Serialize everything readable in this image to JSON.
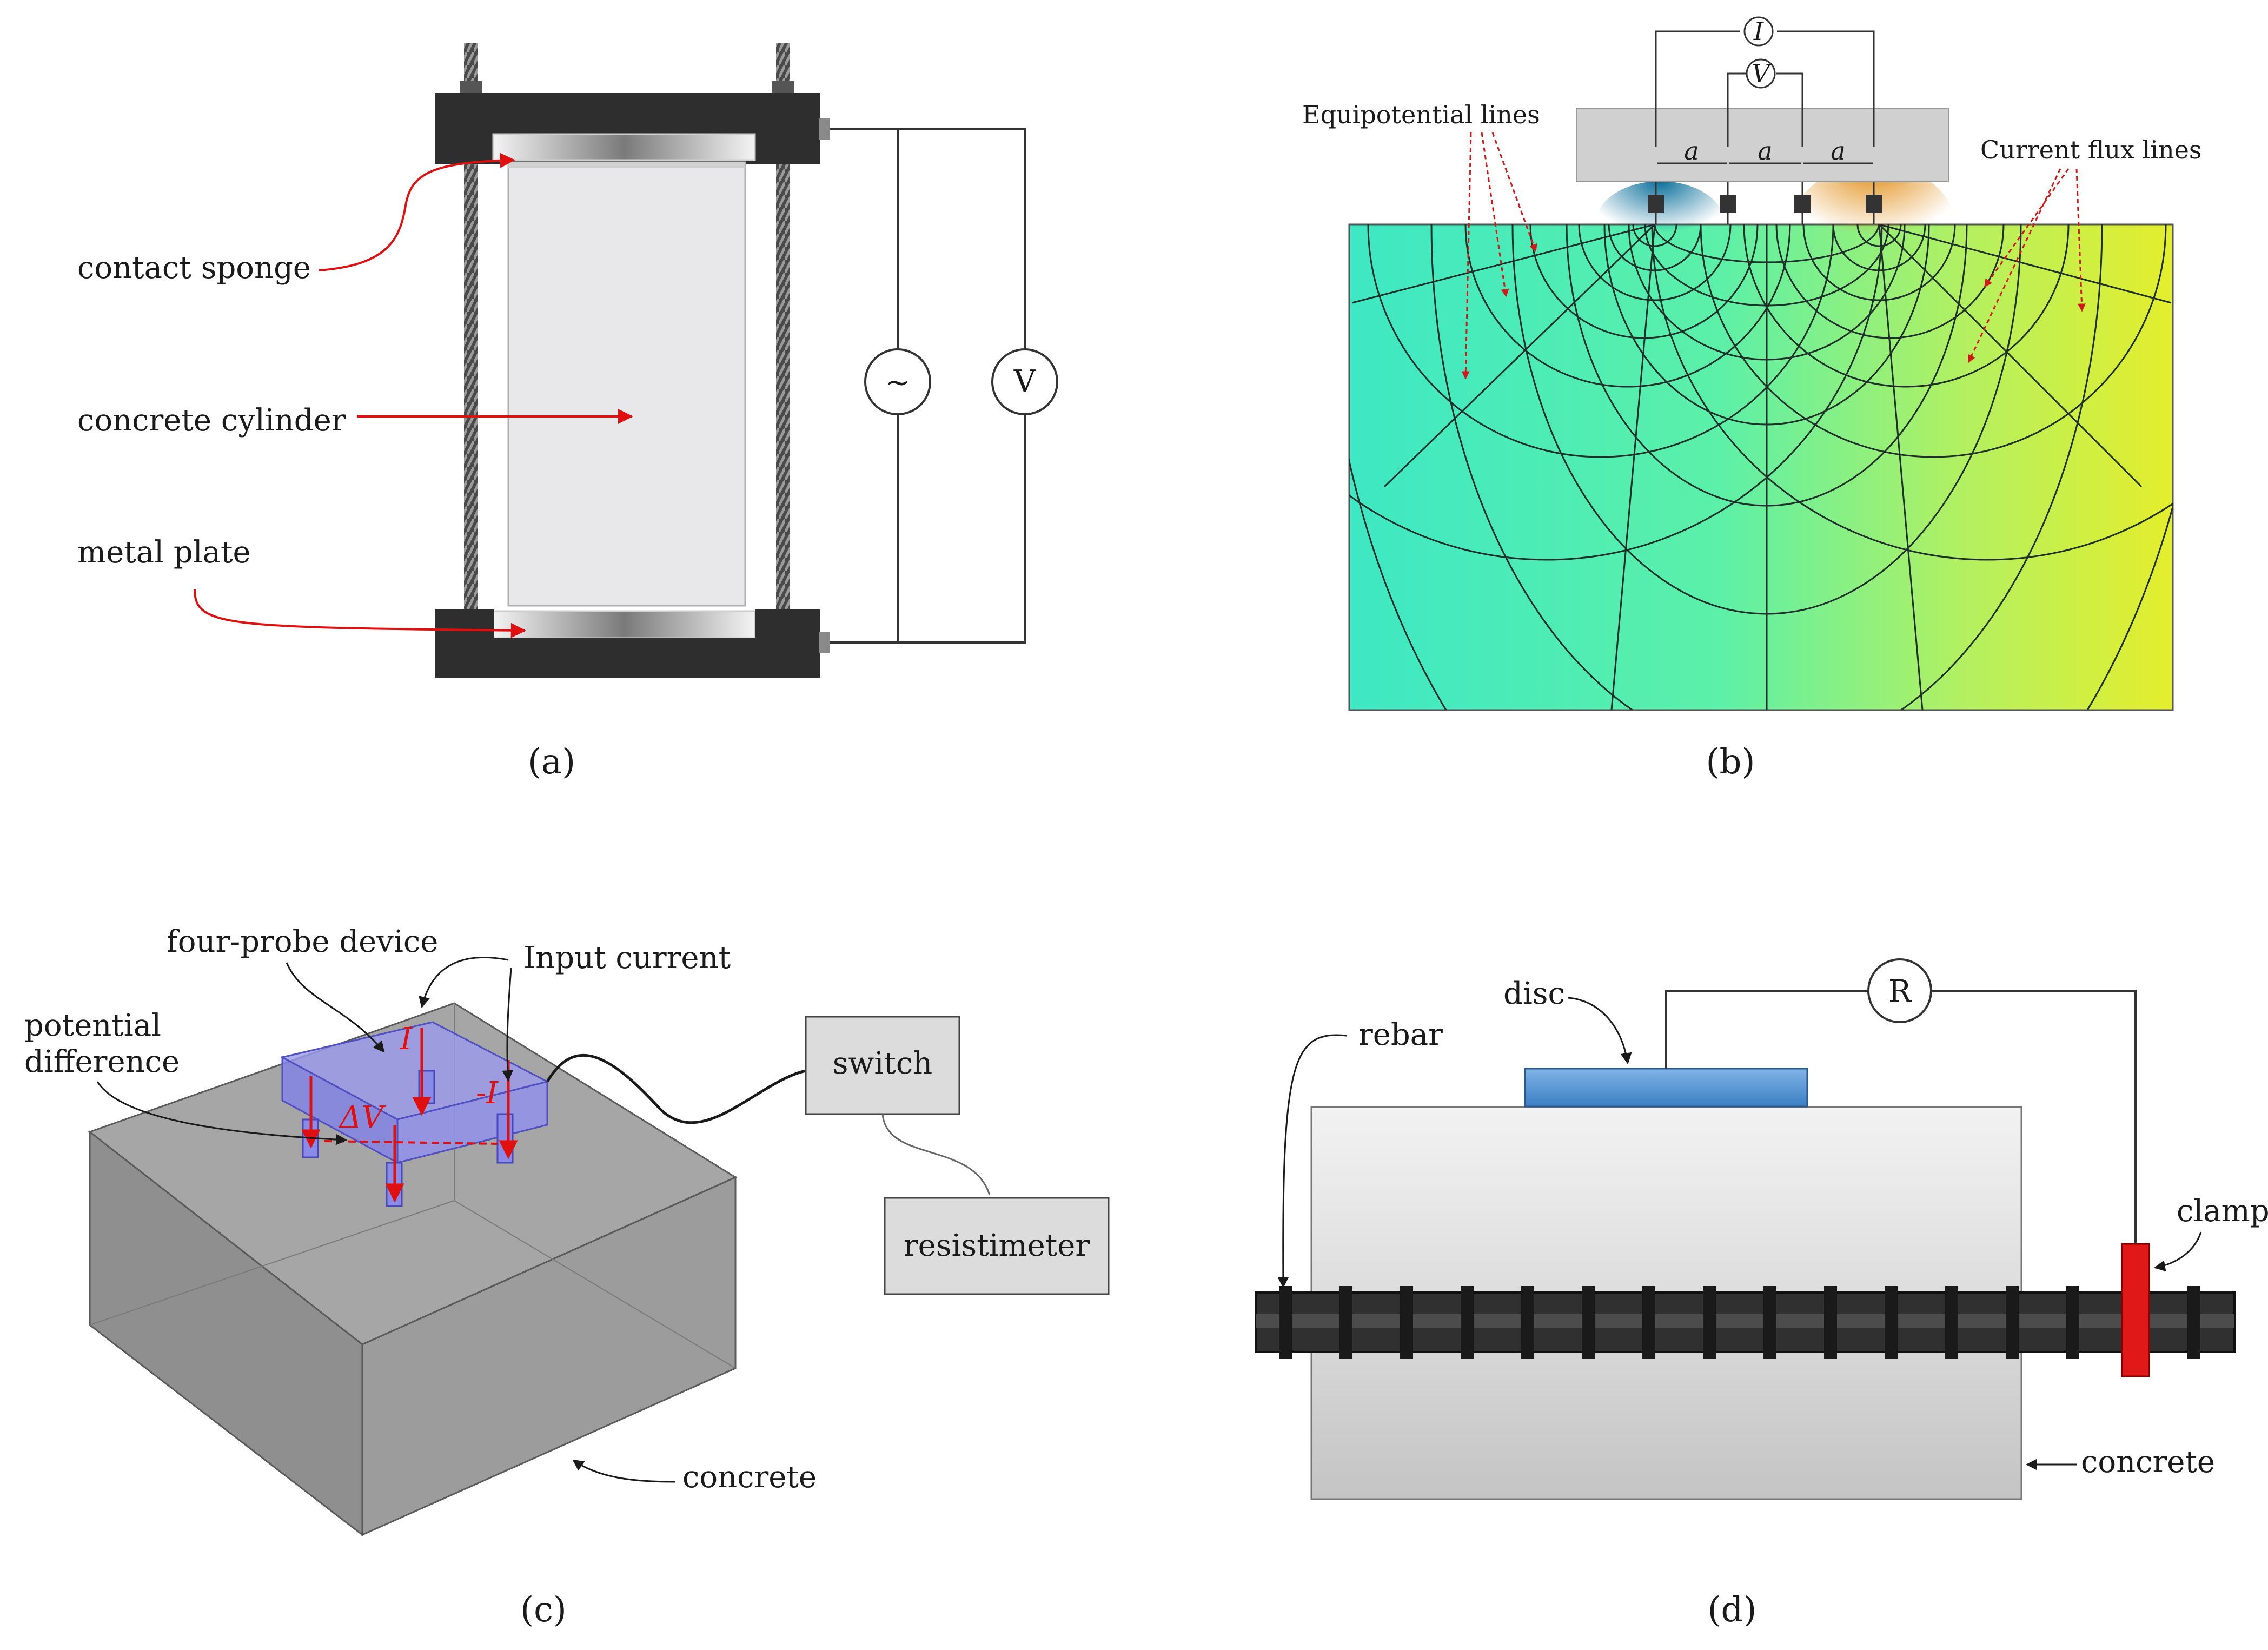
{
  "panel_a": {
    "caption": "(a)",
    "labels": {
      "contact_sponge": "contact sponge",
      "concrete_cylinder": "concrete cylinder",
      "metal_plate": "metal plate"
    },
    "ac_source_symbol": "~",
    "voltmeter_symbol": "V"
  },
  "panel_b": {
    "caption": "(b)",
    "equipotential_label": "Equipotential lines",
    "flux_label": "Current flux lines",
    "current_symbol": "I",
    "voltage_symbol": "V",
    "spacing_label": "a",
    "colors": {
      "left": "#3de0c8",
      "mid": "#8ff0a0",
      "right": "#e8ee2a"
    }
  },
  "panel_c": {
    "caption": "(c)",
    "labels": {
      "four_probe_device": "four-probe device",
      "input_current": "Input current",
      "potential_difference_1": "potential",
      "potential_difference_2": "difference",
      "switch": "switch",
      "resistimeter": "resistimeter",
      "concrete": "concrete"
    },
    "symbols": {
      "current_in": "I",
      "current_out": "-I",
      "delta_v": "ΔV"
    }
  },
  "panel_d": {
    "caption": "(d)",
    "labels": {
      "disc": "disc",
      "rebar": "rebar",
      "clamp": "clamp",
      "concrete": "concrete"
    },
    "meter_symbol": "R"
  }
}
